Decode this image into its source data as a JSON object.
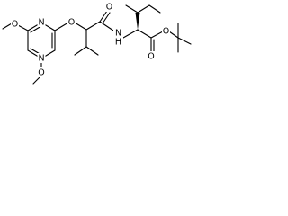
{
  "molecule": {
    "atoms": {
      "o_pyr_top": "O",
      "n_pyr_top": "N",
      "n_pyr_bottom": "N",
      "o_pyr_bottom": "O",
      "o_ether": "O",
      "o_carbonyl_amide": "O",
      "n_amide": "N",
      "h_amide": "H",
      "o_carbonyl_ester": "O",
      "o_ester": "O"
    }
  },
  "colors": {
    "bond": "#000000",
    "background": "#ffffff"
  }
}
